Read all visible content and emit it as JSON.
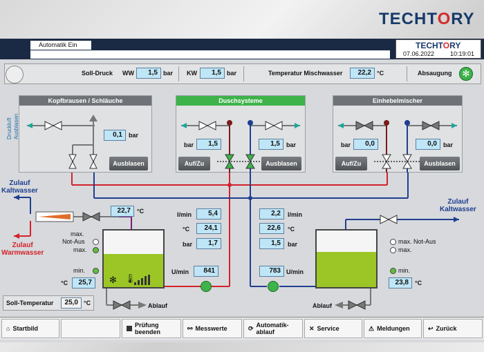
{
  "brand": {
    "name": "TECHTORY"
  },
  "header": {
    "mode": "Automatik Ein",
    "date": "07.06.2022",
    "time": "10:19:01"
  },
  "status": {
    "soll_druck_label": "Soll-Druck",
    "ww_label": "WW",
    "ww_value": "1,5",
    "ww_unit": "bar",
    "kw_label": "KW",
    "kw_value": "1,5",
    "kw_unit": "bar",
    "mischwasser_label": "Temperatur Mischwasser",
    "mischwasser_value": "22,2",
    "mischwasser_unit": "°C",
    "absaugung_label": "Absaugung"
  },
  "side_label": "Druckluft Ausblasen",
  "boxes": {
    "kopf": {
      "title": "Kopfbrausen / Schläuche",
      "value": "0,1",
      "unit": "bar",
      "button": "Ausblasen"
    },
    "dusch": {
      "title": "Duschsysteme",
      "left_label": "bar",
      "left_value": "1,5",
      "right_value": "1,5",
      "right_unit": "bar",
      "btn_left": "Auf/Zu",
      "btn_right": "Ausblasen"
    },
    "einhebel": {
      "title": "Einhebelmischer",
      "left_label": "bar",
      "left_value": "0,0",
      "right_value": "0,0",
      "right_unit": "bar",
      "btn_left": "Auf/Zu",
      "btn_right": "Ausblasen"
    }
  },
  "inlets": {
    "kalt_left": "Zulauf\nKaltwasser",
    "warm_left": "Zulauf\nWarmwasser",
    "kalt_right": "Zulauf\nKaltwasser"
  },
  "mixer_temp": {
    "value": "22,7",
    "unit": "°C"
  },
  "left_tank": {
    "levels": [
      "max.",
      "Not-Aus",
      "max.",
      "min."
    ],
    "temp_label": "°C",
    "temp_value": "25,7",
    "fill_fraction": 0.58
  },
  "soll_temp": {
    "label": "Soll-Temperatur",
    "value": "25,0",
    "unit": "°C"
  },
  "left_flow": [
    {
      "unit": "l/min",
      "value": "5,4"
    },
    {
      "unit": "°C",
      "value": "24,1"
    },
    {
      "unit": "bar",
      "value": "1,7"
    },
    {
      "unit": "U/min",
      "value": "841"
    }
  ],
  "right_flow": [
    {
      "unit": "l/min",
      "value": "2,2"
    },
    {
      "unit": "°C",
      "value": "22,6"
    },
    {
      "unit": "bar",
      "value": "1,5"
    },
    {
      "unit": "U/min",
      "value": "783"
    }
  ],
  "right_tank": {
    "levels": [
      "max. Not-Aus",
      "max.",
      "min."
    ],
    "temp_value": "23,8",
    "temp_unit": "°C",
    "fill_fraction": 0.62
  },
  "drain": {
    "left": "Ablauf",
    "right": "Ablauf"
  },
  "toolbar": [
    {
      "label": "Startbild",
      "icon": "home-icon"
    },
    {
      "label": "",
      "icon": ""
    },
    {
      "label": "Prüfung\nbeenden",
      "icon": "stop-icon"
    },
    {
      "label": "Messwerte",
      "icon": "glasses-icon"
    },
    {
      "label": "Automatik-\nablauf",
      "icon": "refresh-icon"
    },
    {
      "label": "Service",
      "icon": "wrench-icon"
    },
    {
      "label": "Meldungen",
      "icon": "warning-icon"
    },
    {
      "label": "Zurück",
      "icon": "back-arrow-icon"
    }
  ]
}
